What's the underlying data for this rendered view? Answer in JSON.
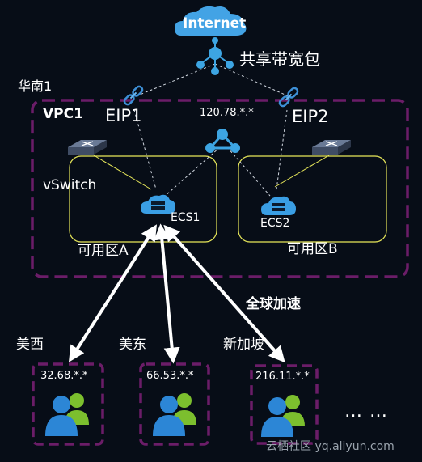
{
  "internet": {
    "label": "Internet"
  },
  "bandwidth": {
    "label": "共享带宽包"
  },
  "region": {
    "label": "华南1"
  },
  "vpc": {
    "label": "VPC1",
    "eip1": "EIP1",
    "eip2": "EIP2",
    "ip": "120.78.*.*",
    "vswitch": "vSwitch",
    "zone_a": "可用区A",
    "zone_b": "可用区B",
    "ecs1": "ECS1",
    "ecs2": "ECS2"
  },
  "acceleration": {
    "label": "全球加速"
  },
  "sites": [
    {
      "name": "美西",
      "ip": "32.68.*.*"
    },
    {
      "name": "美东",
      "ip": "66.53.*.*"
    },
    {
      "name": "新加坡",
      "ip": "216.11.*.*"
    }
  ],
  "more": "… …",
  "watermark": "云栖社区 yq.aliyun.com",
  "colors": {
    "background": "#070d17",
    "dashed_border": "#6b1d68",
    "zone_border": "#e8e85a",
    "cloud": "#43a3e5",
    "hub": "#3da5e3",
    "user_blue": "#2c86d6",
    "user_green": "#7cbf2e",
    "arrow": "#ffffff"
  },
  "icons": [
    "cloud-icon",
    "hub-icon",
    "chain-link-icon",
    "vswitch-icon",
    "server-icon",
    "user-group-icon"
  ]
}
